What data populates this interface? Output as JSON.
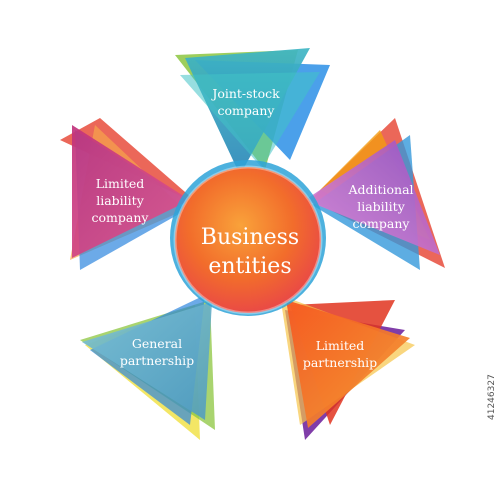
{
  "center": {
    "line1": "Business",
    "line2": "entities"
  },
  "petals": {
    "top": {
      "lines": [
        "Joint-stock",
        "company"
      ]
    },
    "right": {
      "lines": [
        "Additional",
        "liability",
        "company"
      ]
    },
    "left": {
      "lines": [
        "Limited",
        "liability",
        "company"
      ]
    },
    "bottom_left": {
      "lines": [
        "General",
        "partnership"
      ]
    },
    "bottom_right": {
      "lines": [
        "Limited",
        "partnership"
      ]
    }
  },
  "stock_id": "41246327",
  "colors": {
    "top": "#3aa6c9",
    "right": "#c86fc4",
    "left": "#d64a8a",
    "bottom_left": "#6fb3c9",
    "bottom_right": "#f0641e",
    "center": "#f37a2a"
  }
}
